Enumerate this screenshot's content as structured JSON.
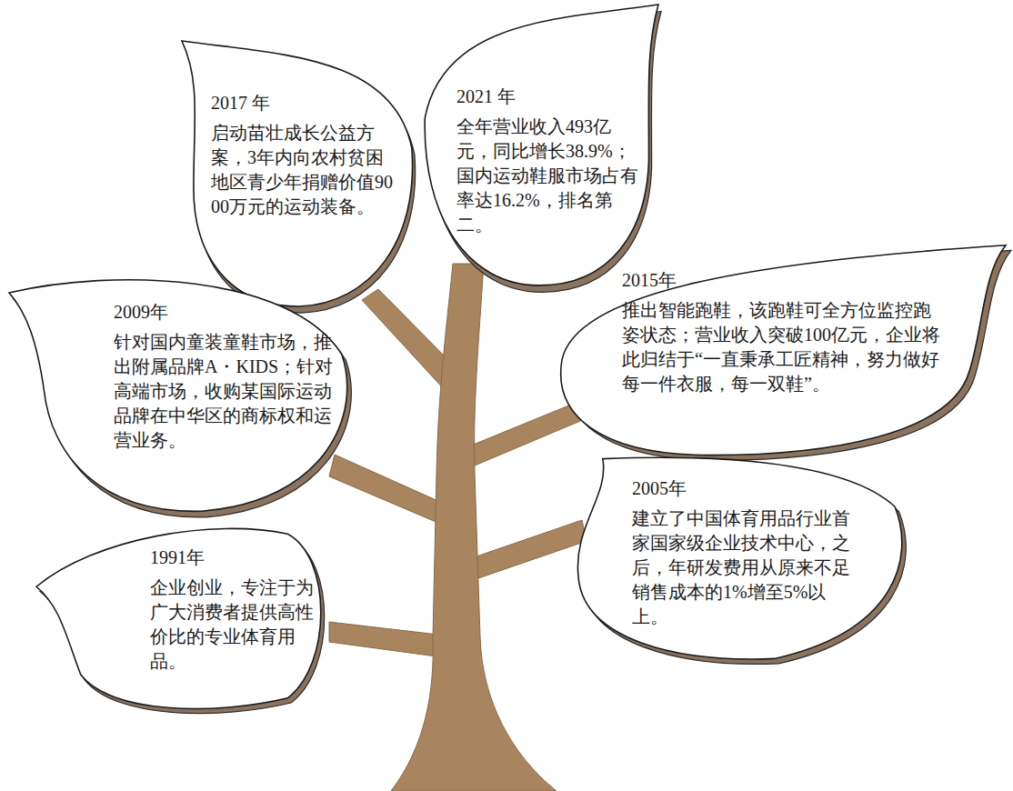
{
  "diagram": {
    "nodes": [
      {
        "text": [
          "2017 年",
          "启动苗壮成长公益方案，3年内向农村贫困地区青少年捐赠价值9000万元的运动装备。"
        ]
      },
      {
        "text": [
          "2021 年",
          "全年营业收入493亿元，同比增长38.9%；国内运动鞋服市场占有率达16.2%，排名第二。"
        ]
      },
      {
        "text": [
          "2015年",
          "推出智能跑鞋，该跑鞋可全方位监控跑姿状态；营业收入突破100亿元，企业将此归结于“一直秉承工匠精神，努力做好每一件衣服，每一双鞋”。"
        ]
      },
      {
        "text": [
          "2009年",
          "针对国内童装童鞋市场，推出附属品牌A・KIDS；针对高端市场，收购某国际运动品牌在中华区的商标权和运营业务。"
        ]
      },
      {
        "text": [
          "2005年",
          "建立了中国体育用品行业首家国家级企业技术中心，之后，年研发费用从原来不足销售成本的1%增至5%以上。"
        ]
      },
      {
        "text": [
          "1991年",
          "企业创业，专注于为广大消费者提供高性价比的专业体育用品。"
        ]
      }
    ]
  }
}
